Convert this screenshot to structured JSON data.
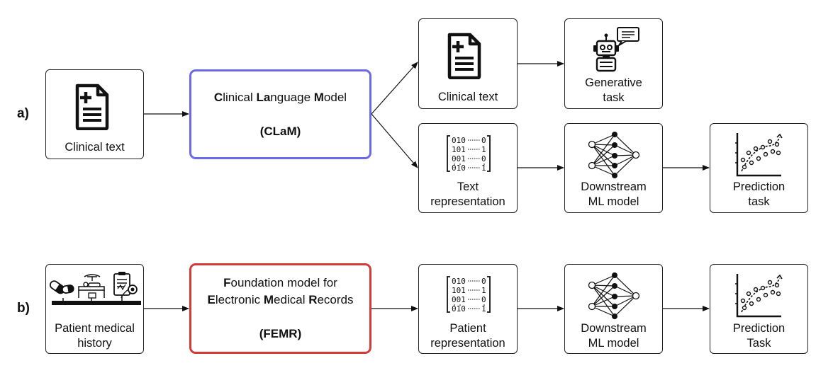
{
  "rows": {
    "a": {
      "label": "a)",
      "input": {
        "text": "Clinical text",
        "icon": "document-icon"
      },
      "model": {
        "line1": [
          {
            "text": "C",
            "bold": true
          },
          {
            "text": "linical ",
            "bold": false
          },
          {
            "text": "La",
            "bold": true
          },
          {
            "text": "nguage ",
            "bold": false
          },
          {
            "text": "M",
            "bold": true
          },
          {
            "text": "odel",
            "bold": false
          }
        ],
        "acronym": "(CLaM)",
        "color": "#6a6ae8"
      },
      "output_text": {
        "text": "Clinical text",
        "icon": "document-icon"
      },
      "generative": {
        "line1": "Generative",
        "line2": "task",
        "icon": "robot-icon"
      },
      "representation": {
        "line1": "Text",
        "line2": "representation",
        "icon": "binary-matrix-icon"
      },
      "downstream": {
        "line1": "Downstream",
        "line2": "ML model",
        "icon": "neural-network-icon"
      },
      "prediction": {
        "line1": "Prediction",
        "line2": "task",
        "icon": "scatter-plot-icon"
      }
    },
    "b": {
      "label": "b)",
      "input": {
        "line1": "Patient medical",
        "line2": "history",
        "icon": "patient-history-icon"
      },
      "model": {
        "line1": [
          {
            "text": "F",
            "bold": true
          },
          {
            "text": "oundation model for",
            "bold": false
          }
        ],
        "line2": [
          {
            "text": "E",
            "bold": true
          },
          {
            "text": "lectronic ",
            "bold": false
          },
          {
            "text": "M",
            "bold": true
          },
          {
            "text": "edical ",
            "bold": false
          },
          {
            "text": "R",
            "bold": true
          },
          {
            "text": "ecords",
            "bold": false
          }
        ],
        "acronym": "(FEMR)",
        "color": "#d33c36"
      },
      "representation": {
        "line1": "Patient",
        "line2": "representation",
        "icon": "binary-matrix-icon"
      },
      "downstream": {
        "line1": "Downstream",
        "line2": "ML model",
        "icon": "neural-network-icon"
      },
      "prediction": {
        "line1": "Prediction",
        "line2": "Task",
        "icon": "scatter-plot-icon"
      }
    }
  }
}
